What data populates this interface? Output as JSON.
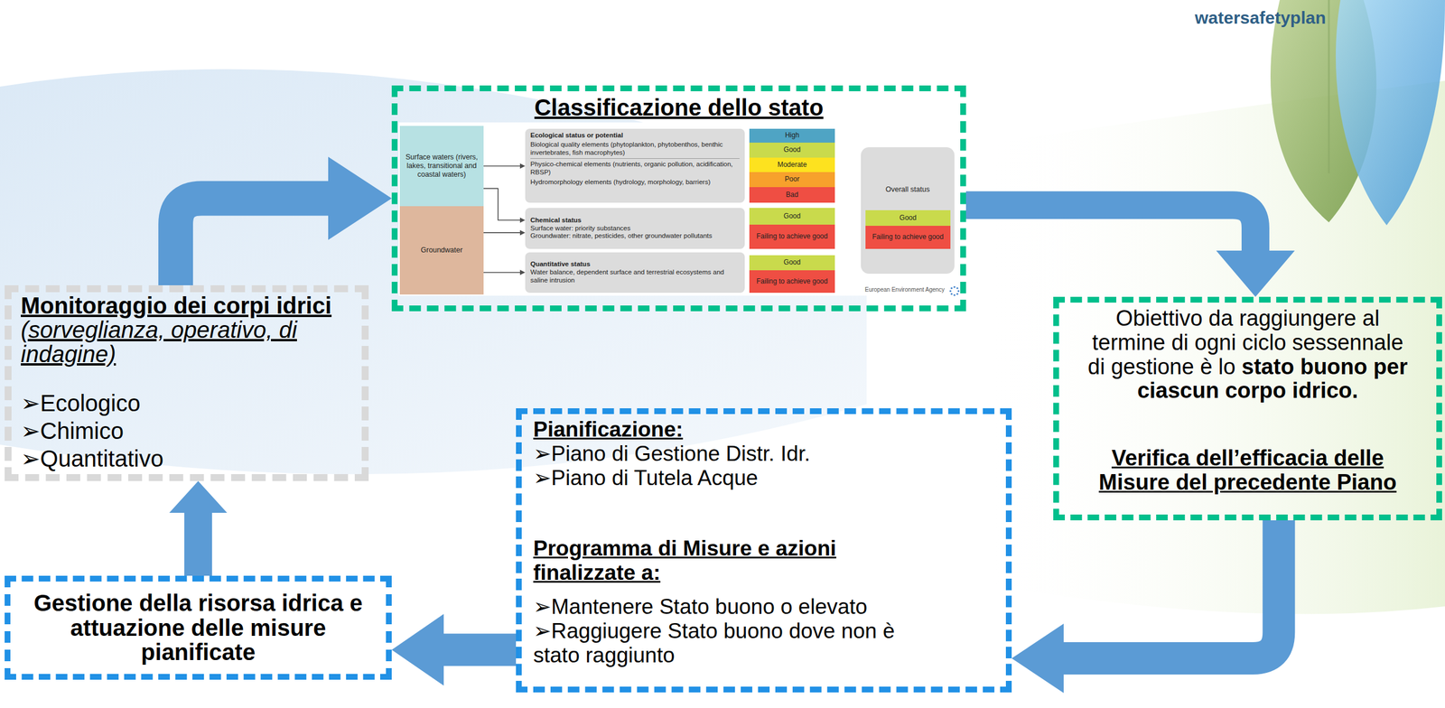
{
  "diagram": {
    "nodes": [
      {
        "text": [
          "Monitoraggio dei corpi idrici",
          "(sorveglianza, operativo, di indagine)",
          "➢Ecologico",
          "➢Chimico",
          "➢Quantitativo"
        ]
      },
      {
        "text": [
          "Classificazione dello stato"
        ]
      },
      {
        "text": [
          "Surface waters (rivers, lakes, transitional and coastal waters)"
        ],
        "in": 1
      },
      {
        "text": [
          "Groundwater"
        ],
        "in": 1
      },
      {
        "text": [
          "Ecological status or potential",
          "Biological quality elements (phytoplankton, phytobenthos, benthic invertebrates, fish macrophytes)",
          "Physico-chemical elements (nutrients, organic pollution, acidification, RBSP)",
          "Hydromorphology elements (hydrology, morphology, barriers)"
        ],
        "in": 1
      },
      {
        "text": [
          "Chemical status",
          "Surface water: priority substances",
          "Groundwater: nitrate, pesticides, other groundwater pollutants"
        ],
        "in": 1
      },
      {
        "text": [
          "Quantitative status",
          "Water balance, dependent surface and terrestrial ecosystems and saline intrusion"
        ],
        "in": 1
      },
      {
        "text": [
          "High"
        ],
        "in": 1
      },
      {
        "text": [
          "Good"
        ],
        "in": 1
      },
      {
        "text": [
          "Moderate"
        ],
        "in": 1
      },
      {
        "text": [
          "Poor"
        ],
        "in": 1
      },
      {
        "text": [
          "Bad"
        ],
        "in": 1
      },
      {
        "text": [
          "Good"
        ],
        "in": 1
      },
      {
        "text": [
          "Failing to achieve good"
        ],
        "in": 1
      },
      {
        "text": [
          "Good"
        ],
        "in": 1
      },
      {
        "text": [
          "Failing to achieve good"
        ],
        "in": 1
      },
      {
        "text": [
          "Overall status"
        ],
        "in": 1
      },
      {
        "text": [
          "Good"
        ],
        "in": 16
      },
      {
        "text": [
          "Failing to achieve good"
        ],
        "in": 16
      },
      {
        "text": [
          "Obiettivo da raggiungere al termine di ogni ciclo sessennale di gestione è lo",
          "stato buono per ciascun corpo idrico.",
          "Verifica dell’efficacia delle Misure del precedente Piano"
        ]
      },
      {
        "text": [
          "Pianificazione:",
          "➢Piano di Gestione Distr. Idr.",
          "➢Piano di Tutela Acque",
          "Programma di Misure e azioni finalizzate a:",
          "➢Mantenere Stato buono o elevato",
          "➢Raggiugere Stato buono dove non è stato raggiunto"
        ]
      },
      {
        "text": [
          "Gestione della risorsa idrica e attuazione delle misure pianificate"
        ]
      }
    ],
    "edges": [
      {
        "from": 0,
        "to": 1,
        "arrow": "to"
      },
      {
        "from": 1,
        "to": 19,
        "arrow": "to"
      },
      {
        "from": 19,
        "to": 20,
        "arrow": "to"
      },
      {
        "from": 20,
        "to": 21,
        "arrow": "to"
      },
      {
        "from": 21,
        "to": 0,
        "arrow": "to"
      },
      {
        "from": 2,
        "to": 4,
        "arrow": "to"
      },
      {
        "from": 2,
        "to": 5,
        "arrow": "to"
      },
      {
        "from": 3,
        "to": 5,
        "arrow": "to"
      },
      {
        "from": 3,
        "to": 6,
        "arrow": "to"
      }
    ],
    "labels": [
      "watersafetyplan",
      "European Environment Agency"
    ]
  }
}
